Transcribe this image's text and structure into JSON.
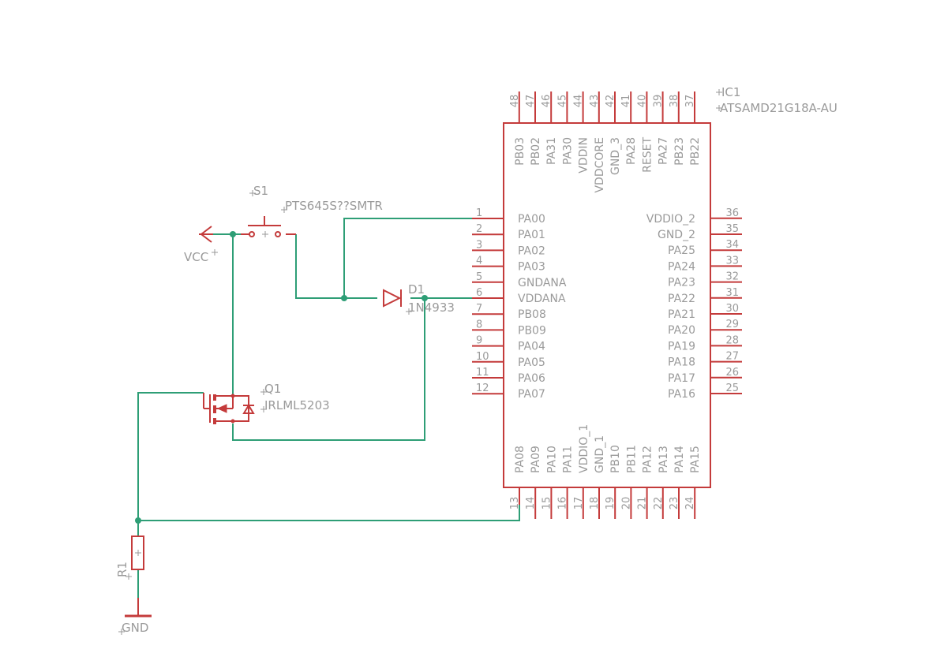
{
  "colors": {
    "part": "#c43b3b",
    "wire": "#2e9e76",
    "text": "#9a9a9a",
    "background": "#ffffff"
  },
  "ic1": {
    "ref": "IC1",
    "value": "ATSAMD21G18A-AU",
    "left_pins": [
      [
        "1",
        "PA00"
      ],
      [
        "2",
        "PA01"
      ],
      [
        "3",
        "PA02"
      ],
      [
        "4",
        "PA03"
      ],
      [
        "5",
        "GNDANA"
      ],
      [
        "6",
        "VDDANA"
      ],
      [
        "7",
        "PB08"
      ],
      [
        "8",
        "PB09"
      ],
      [
        "9",
        "PA04"
      ],
      [
        "10",
        "PA05"
      ],
      [
        "11",
        "PA06"
      ],
      [
        "12",
        "PA07"
      ]
    ],
    "bottom_pins": [
      [
        "13",
        "PA08"
      ],
      [
        "14",
        "PA09"
      ],
      [
        "15",
        "PA10"
      ],
      [
        "16",
        "PA11"
      ],
      [
        "17",
        "VDDIO_1"
      ],
      [
        "18",
        "GND_1"
      ],
      [
        "19",
        "PB10"
      ],
      [
        "20",
        "PB11"
      ],
      [
        "21",
        "PA12"
      ],
      [
        "22",
        "PA13"
      ],
      [
        "23",
        "PA14"
      ],
      [
        "24",
        "PA15"
      ]
    ],
    "right_pins": [
      [
        "25",
        "PA16"
      ],
      [
        "26",
        "PA17"
      ],
      [
        "27",
        "PA18"
      ],
      [
        "28",
        "PA19"
      ],
      [
        "29",
        "PA20"
      ],
      [
        "30",
        "PA21"
      ],
      [
        "31",
        "PA22"
      ],
      [
        "32",
        "PA23"
      ],
      [
        "33",
        "PA24"
      ],
      [
        "34",
        "PA25"
      ],
      [
        "35",
        "GND_2"
      ],
      [
        "36",
        "VDDIO_2"
      ]
    ],
    "top_pins": [
      [
        "37",
        "PB22"
      ],
      [
        "38",
        "PB23"
      ],
      [
        "39",
        "PA27"
      ],
      [
        "40",
        "RESET"
      ],
      [
        "41",
        "PA28"
      ],
      [
        "42",
        "GND_3"
      ],
      [
        "43",
        "VDDCORE"
      ],
      [
        "44",
        "VDDIN"
      ],
      [
        "45",
        "PA30"
      ],
      [
        "46",
        "PA31"
      ],
      [
        "47",
        "PB02"
      ],
      [
        "48",
        "PB03"
      ]
    ]
  },
  "s1": {
    "ref": "S1",
    "value": "PTS645S??SMTR"
  },
  "d1": {
    "ref": "D1",
    "value": "1N4933"
  },
  "q1": {
    "ref": "Q1",
    "value": "IRLML5203"
  },
  "r1": {
    "ref": "R1"
  },
  "vcc": {
    "label": "VCC"
  },
  "gnd": {
    "label": "GND"
  }
}
